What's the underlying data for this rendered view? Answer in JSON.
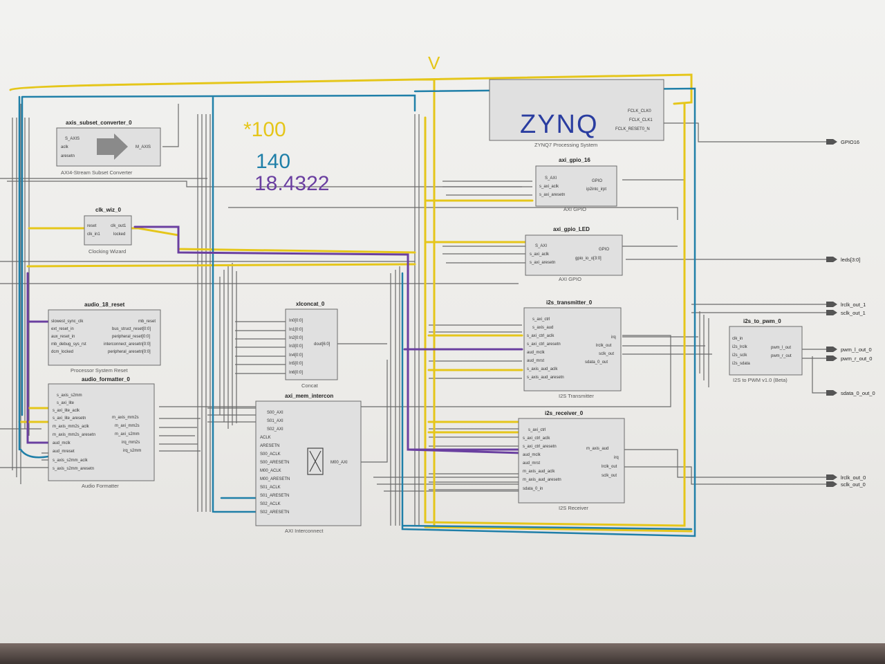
{
  "annotations": {
    "v_mark": "V",
    "freq_1": "*100",
    "freq_2": "140",
    "freq_3": "18.4322",
    "zynq": "ZYNQ"
  },
  "colors": {
    "yellow": "#e5c61a",
    "blue": "#1f7fa8",
    "purple": "#6a3fa0",
    "handblue": "#2a3da0",
    "wire": "#6a6a6a"
  },
  "blocks": {
    "axis_subset": {
      "title": "axis_subset_converter_0",
      "subtitle": "AXI4-Stream Subset Converter",
      "ports_in": [
        "S_AXIS",
        "aclk",
        "aresetn"
      ],
      "ports_out": [
        "M_AXIS"
      ]
    },
    "clk_wiz": {
      "title": "clk_wiz_0",
      "subtitle": "Clocking Wizard",
      "ports_in": [
        "reset",
        "clk_in1"
      ],
      "ports_out": [
        "clk_out1",
        "locked"
      ]
    },
    "audio_rst": {
      "title": "audio_18_reset",
      "subtitle": "Processor System Reset",
      "ports_in": [
        "slowest_sync_clk",
        "ext_reset_in",
        "aux_reset_in",
        "mb_debug_sys_rst",
        "dcm_locked"
      ],
      "ports_out": [
        "mb_reset",
        "bus_struct_reset[0:0]",
        "peripheral_reset[0:0]",
        "interconnect_aresetn[0:0]",
        "peripheral_aresetn[0:0]"
      ]
    },
    "audio_fmt": {
      "title": "audio_formatter_0",
      "subtitle": "Audio Formatter",
      "ports_in": [
        "s_axis_s2mm",
        "s_axi_lite",
        "s_axi_lite_aclk",
        "s_axi_lite_aresetn",
        "m_axis_mm2s_aclk",
        "m_axis_mm2s_aresetn",
        "aud_mclk",
        "aud_mreset",
        "s_axis_s2mm_aclk",
        "s_axis_s2mm_aresetn"
      ],
      "ports_out": [
        "m_axis_mm2s",
        "m_axi_mm2s",
        "m_axi_s2mm",
        "irq_mm2s",
        "irq_s2mm"
      ]
    },
    "xlconcat": {
      "title": "xlconcat_0",
      "subtitle": "Concat",
      "ports_in": [
        "In0[0:0]",
        "In1[0:0]",
        "In2[0:0]",
        "In3[0:0]",
        "In4[0:0]",
        "In5[0:0]",
        "In6[0:0]"
      ],
      "ports_out": [
        "dout[6:0]"
      ]
    },
    "axi_ic": {
      "title": "axi_mem_intercon",
      "subtitle": "AXI Interconnect",
      "ports_in": [
        "S00_AXI",
        "S01_AXI",
        "S02_AXI",
        "ACLK",
        "ARESETN",
        "S00_ACLK",
        "S00_ARESETN",
        "M00_ACLK",
        "M00_ARESETN",
        "S01_ACLK",
        "S01_ARESETN",
        "S02_ACLK",
        "S02_ARESETN"
      ],
      "ports_out": [
        "M00_AXI"
      ]
    },
    "zynq": {
      "subtitle": "ZYNQ7 Processing System",
      "ports_out": [
        "FCLK_CLK0",
        "FCLK_CLK1",
        "FCLK_RESET0_N"
      ]
    },
    "gpio16": {
      "title": "axi_gpio_16",
      "subtitle": "AXI GPIO",
      "ports_in": [
        "S_AXI",
        "s_axi_aclk",
        "s_axi_aresetn"
      ],
      "ports_out": [
        "GPIO",
        "ip2intc_irpt"
      ]
    },
    "gpio_led": {
      "title": "axi_gpio_LED",
      "subtitle": "AXI GPIO",
      "ports_in": [
        "S_AXI",
        "s_axi_aclk",
        "s_axi_aresetn"
      ],
      "ports_out": [
        "GPIO",
        "gpio_io_o[3:0]"
      ]
    },
    "i2s_tx": {
      "title": "i2s_transmitter_0",
      "subtitle": "I2S Transmitter",
      "ports_in": [
        "s_axi_ctrl",
        "s_axis_aud",
        "s_axi_ctrl_aclk",
        "s_axi_ctrl_aresetn",
        "aud_mclk",
        "aud_mrst",
        "s_axis_aud_aclk",
        "s_axis_aud_aresetn"
      ],
      "ports_out": [
        "irq",
        "lrclk_out",
        "sclk_out",
        "sdata_0_out"
      ]
    },
    "i2s_rx": {
      "title": "i2s_receiver_0",
      "subtitle": "I2S Receiver",
      "ports_in": [
        "s_axi_ctrl",
        "s_axi_ctrl_aclk",
        "s_axi_ctrl_aresetn",
        "aud_mclk",
        "aud_mrst",
        "m_axis_aud_aclk",
        "m_axis_aud_aresetn",
        "sdata_0_in"
      ],
      "ports_out": [
        "m_axis_aud",
        "irq",
        "lrclk_out",
        "sclk_out"
      ]
    },
    "i2s_pwm": {
      "title": "i2s_to_pwm_0",
      "subtitle": "I2S to PWM v1.0 (Beta)",
      "ports_in": [
        "clk_in",
        "i2s_lrclk",
        "i2s_sclk",
        "i2s_sdata"
      ],
      "ports_out": [
        "pwm_l_out",
        "pwm_r_out"
      ]
    }
  },
  "external_ports": [
    "GPIO16",
    "leds[3:0]",
    "lrclk_out_1",
    "sclk_out_1",
    "pwm_l_out_0",
    "pwm_r_out_0",
    "sdata_0_out_0",
    "lrclk_out_0",
    "sclk_out_0"
  ]
}
